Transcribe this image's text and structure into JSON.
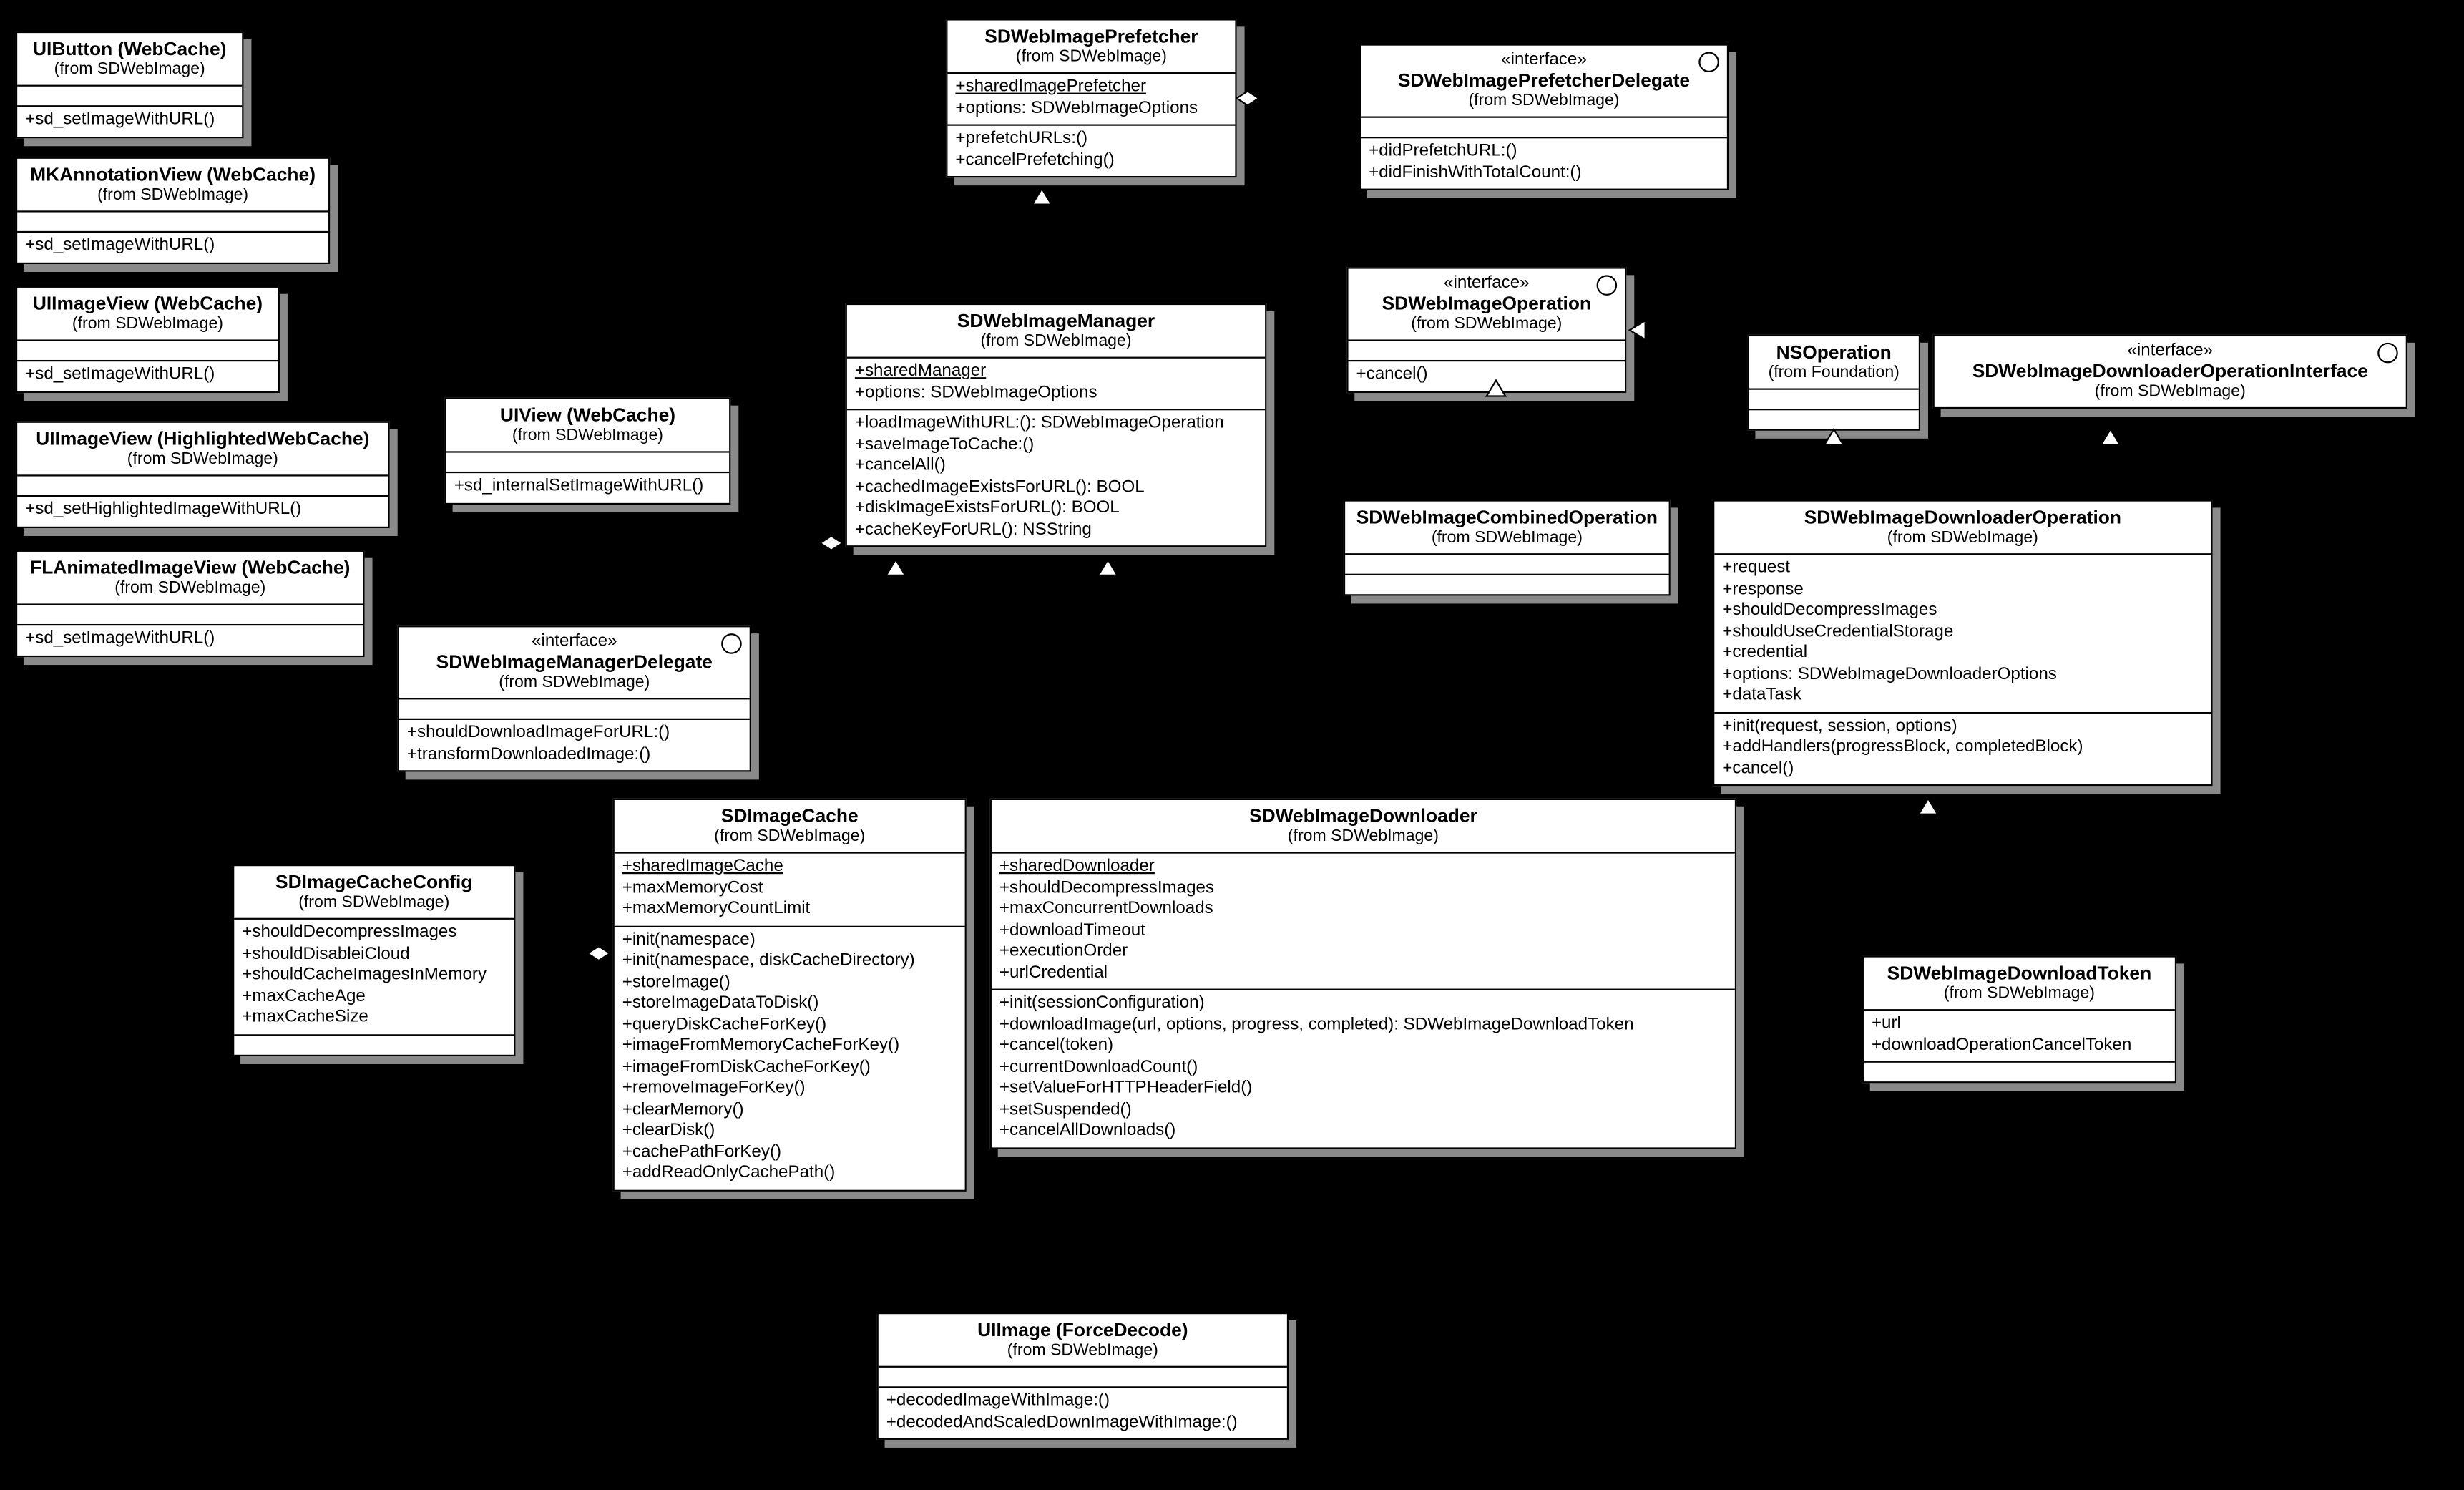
{
  "diagram": {
    "title": "SDWebImage UML class diagram",
    "colors": {
      "background": "#000000",
      "box_fill": "#ffffff",
      "box_border": "#000000",
      "box_shadow": "#8a8a8a",
      "text": "#000000"
    },
    "icons": {
      "interface-circle-icon": "circle",
      "aggregation-diamond-icon": "diamond",
      "generalization-arrow-icon": "open-triangle"
    },
    "classes": [
      {
        "name": "UIButton (WebCache)",
        "from": "(from SDWebImage)",
        "attributes": [],
        "operations": [
          "+sd_setImageWithURL()"
        ]
      },
      {
        "name": "MKAnnotationView (WebCache)",
        "from": "(from SDWebImage)",
        "attributes": [],
        "operations": [
          "+sd_setImageWithURL()"
        ]
      },
      {
        "name": "UIImageView (WebCache)",
        "from": "(from SDWebImage)",
        "attributes": [],
        "operations": [
          "+sd_setImageWithURL()"
        ]
      },
      {
        "name": "UIImageView (HighlightedWebCache)",
        "from": "(from SDWebImage)",
        "attributes": [],
        "operations": [
          "+sd_setHighlightedImageWithURL()"
        ]
      },
      {
        "name": "FLAnimatedImageView (WebCache)",
        "from": "(from SDWebImage)",
        "attributes": [],
        "operations": [
          "+sd_setImageWithURL()"
        ]
      },
      {
        "name": "UIView (WebCache)",
        "from": "(from SDWebImage)",
        "attributes": [],
        "operations": [
          "+sd_internalSetImageWithURL()"
        ]
      },
      {
        "name": "SDWebImagePrefetcher",
        "from": "(from SDWebImage)",
        "attributes": [
          {
            "text": "+sharedImagePrefetcher",
            "underline": true
          },
          "+options: SDWebImageOptions"
        ],
        "operations": [
          "+prefetchURLs:()",
          "+cancelPrefetching()"
        ]
      },
      {
        "stereotype": "«interface»",
        "lollipop": true,
        "name": "SDWebImagePrefetcherDelegate",
        "from": "(from SDWebImage)",
        "attributes": [],
        "operations": [
          "+didPrefetchURL:()",
          "+didFinishWithTotalCount:()"
        ]
      },
      {
        "name": "SDWebImageManager",
        "from": "(from SDWebImage)",
        "attributes": [
          {
            "text": "+sharedManager",
            "underline": true
          },
          "+options: SDWebImageOptions"
        ],
        "operations": [
          "+loadImageWithURL:(): SDWebImageOperation",
          "+saveImageToCache:()",
          "+cancelAll()",
          "+cachedImageExistsForURL(): BOOL",
          "+diskImageExistsForURL(): BOOL",
          "+cacheKeyForURL(): NSString"
        ]
      },
      {
        "stereotype": "«interface»",
        "lollipop": true,
        "name": "SDWebImageOperation",
        "from": "(from SDWebImage)",
        "attributes": [],
        "operations": [
          "+cancel()"
        ]
      },
      {
        "name": "NSOperation",
        "from": "(from Foundation)",
        "attributes": [],
        "operations": []
      },
      {
        "stereotype": "«interface»",
        "lollipop": true,
        "name": "SDWebImageDownloaderOperationInterface",
        "from": "(from SDWebImage)",
        "attributes": null,
        "operations": null
      },
      {
        "name": "SDWebImageCombinedOperation",
        "from": "(from SDWebImage)",
        "attributes": [],
        "operations": []
      },
      {
        "name": "SDWebImageDownloaderOperation",
        "from": "(from SDWebImage)",
        "attributes": [
          "+request",
          "+response",
          "+shouldDecompressImages",
          "+shouldUseCredentialStorage",
          "+credential",
          "+options: SDWebImageDownloaderOptions",
          "+dataTask"
        ],
        "operations": [
          "+init(request, session, options)",
          "+addHandlers(progressBlock, completedBlock)",
          "+cancel()"
        ]
      },
      {
        "stereotype": "«interface»",
        "lollipop": true,
        "name": "SDWebImageManagerDelegate",
        "from": "(from SDWebImage)",
        "attributes": [],
        "operations": [
          "+shouldDownloadImageForURL:()",
          "+transformDownloadedImage:()"
        ]
      },
      {
        "name": "SDImageCache",
        "from": "(from SDWebImage)",
        "attributes": [
          {
            "text": "+sharedImageCache",
            "underline": true
          },
          "+maxMemoryCost",
          "+maxMemoryCountLimit"
        ],
        "operations": [
          "+init(namespace)",
          "+init(namespace, diskCacheDirectory)",
          "+storeImage()",
          "+storeImageDataToDisk()",
          "+queryDiskCacheForKey()",
          "+imageFromMemoryCacheForKey()",
          "+imageFromDiskCacheForKey()",
          "+removeImageForKey()",
          "+clearMemory()",
          "+clearDisk()",
          "+cachePathForKey()",
          "+addReadOnlyCachePath()"
        ]
      },
      {
        "name": "SDWebImageDownloader",
        "from": "(from SDWebImage)",
        "attributes": [
          {
            "text": "+sharedDownloader",
            "underline": true
          },
          "+shouldDecompressImages",
          "+maxConcurrentDownloads",
          "+downloadTimeout",
          "+executionOrder",
          "+urlCredential"
        ],
        "operations": [
          "+init(sessionConfiguration)",
          "+downloadImage(url, options, progress, completed): SDWebImageDownloadToken",
          "+cancel(token)",
          "+currentDownloadCount()",
          "+setValueForHTTPHeaderField()",
          "+setSuspended()",
          "+cancelAllDownloads()"
        ]
      },
      {
        "name": "SDImageCacheConfig",
        "from": "(from SDWebImage)",
        "attributes": [
          "+shouldDecompressImages",
          "+shouldDisableiCloud",
          "+shouldCacheImagesInMemory",
          "+maxCacheAge",
          "+maxCacheSize"
        ],
        "operations": []
      },
      {
        "name": "SDWebImageDownloadToken",
        "from": "(from SDWebImage)",
        "attributes": [
          "+url",
          "+downloadOperationCancelToken"
        ],
        "operations": []
      },
      {
        "name": "UIImage (ForceDecode)",
        "from": "(from SDWebImage)",
        "attributes": [],
        "operations": [
          "+decodedImageWithImage:()",
          "+decodedAndScaledDownImageWithImage:()"
        ]
      }
    ]
  }
}
